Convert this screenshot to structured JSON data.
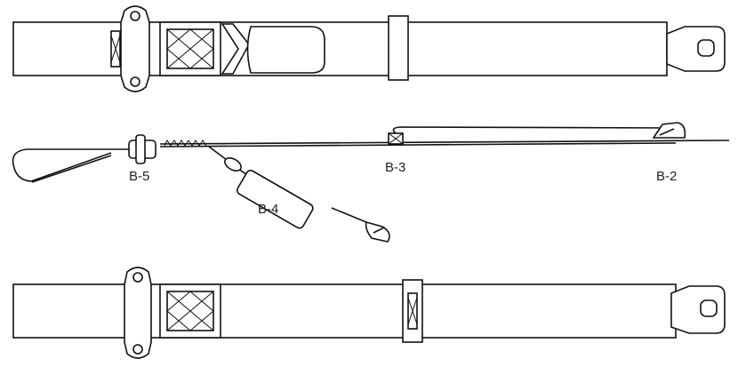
{
  "labels": {
    "b5": "B-5",
    "b4": "B-4",
    "b3": "B-3",
    "b2": "B-2"
  }
}
